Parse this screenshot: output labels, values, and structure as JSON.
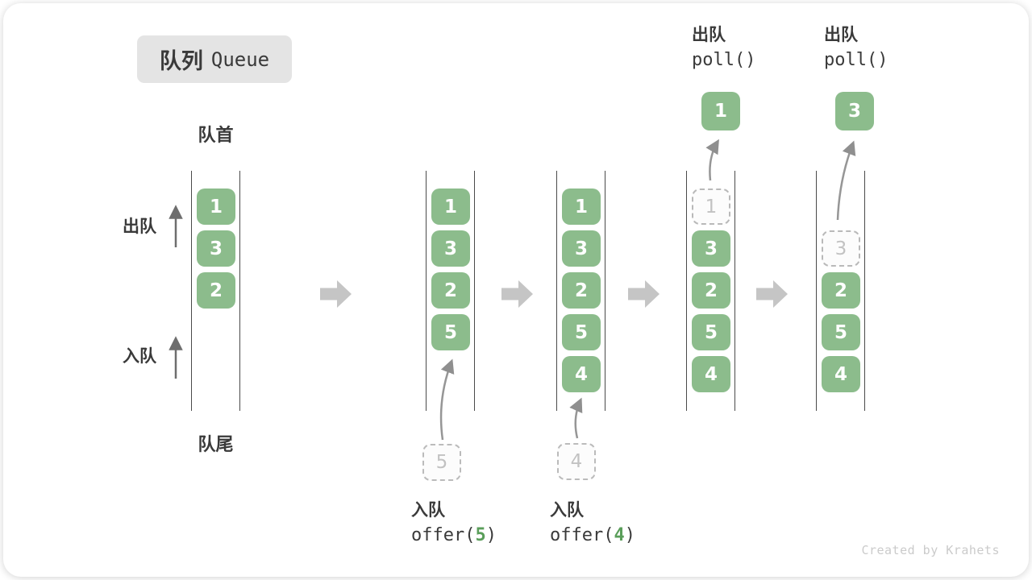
{
  "title": {
    "zh": "队列",
    "en": "Queue"
  },
  "front_label": "队首",
  "rear_label": "队尾",
  "side_labels": {
    "dequeue": "出队",
    "enqueue": "入队"
  },
  "states": [
    {
      "name": "initial",
      "cells": [
        {
          "value": "1"
        },
        {
          "value": "3"
        },
        {
          "value": "2"
        }
      ]
    },
    {
      "name": "after-offer-5",
      "staged_value": "5",
      "cells": [
        {
          "value": "1"
        },
        {
          "value": "3"
        },
        {
          "value": "2"
        },
        {
          "value": "5"
        }
      ]
    },
    {
      "name": "after-offer-4",
      "staged_value": "4",
      "cells": [
        {
          "value": "1"
        },
        {
          "value": "3"
        },
        {
          "value": "2"
        },
        {
          "value": "5"
        },
        {
          "value": "4"
        }
      ]
    },
    {
      "name": "after-poll-1",
      "cells": [
        {
          "value": "1",
          "state": "ghost"
        },
        {
          "value": "3"
        },
        {
          "value": "2"
        },
        {
          "value": "5"
        },
        {
          "value": "4"
        }
      ]
    },
    {
      "name": "after-poll-3",
      "cells": [
        {
          "value": "3",
          "state": "ghost"
        },
        {
          "value": "2"
        },
        {
          "value": "5"
        },
        {
          "value": "4"
        }
      ]
    }
  ],
  "operations": {
    "enqueue_5": {
      "label": "入队",
      "code_before": "offer(",
      "arg": "5",
      "code_after": ")"
    },
    "enqueue_4": {
      "label": "入队",
      "code_before": "offer(",
      "arg": "4",
      "code_after": ")"
    },
    "poll_a": {
      "label": "出队",
      "code": "poll()",
      "result": "1"
    },
    "poll_b": {
      "label": "出队",
      "code": "poll()",
      "result": "3"
    }
  },
  "credit": "Created by Krahets",
  "colors": {
    "box_green": "#8cbc8c",
    "code_arg_green": "#5a9e5a",
    "flow_arrow_gray": "#c5c5c5",
    "curve_arrow_gray": "#969696",
    "title_bg": "#e4e4e4",
    "text_dark": "#3a3a3a",
    "ghost_gray": "#c2c2c2"
  }
}
